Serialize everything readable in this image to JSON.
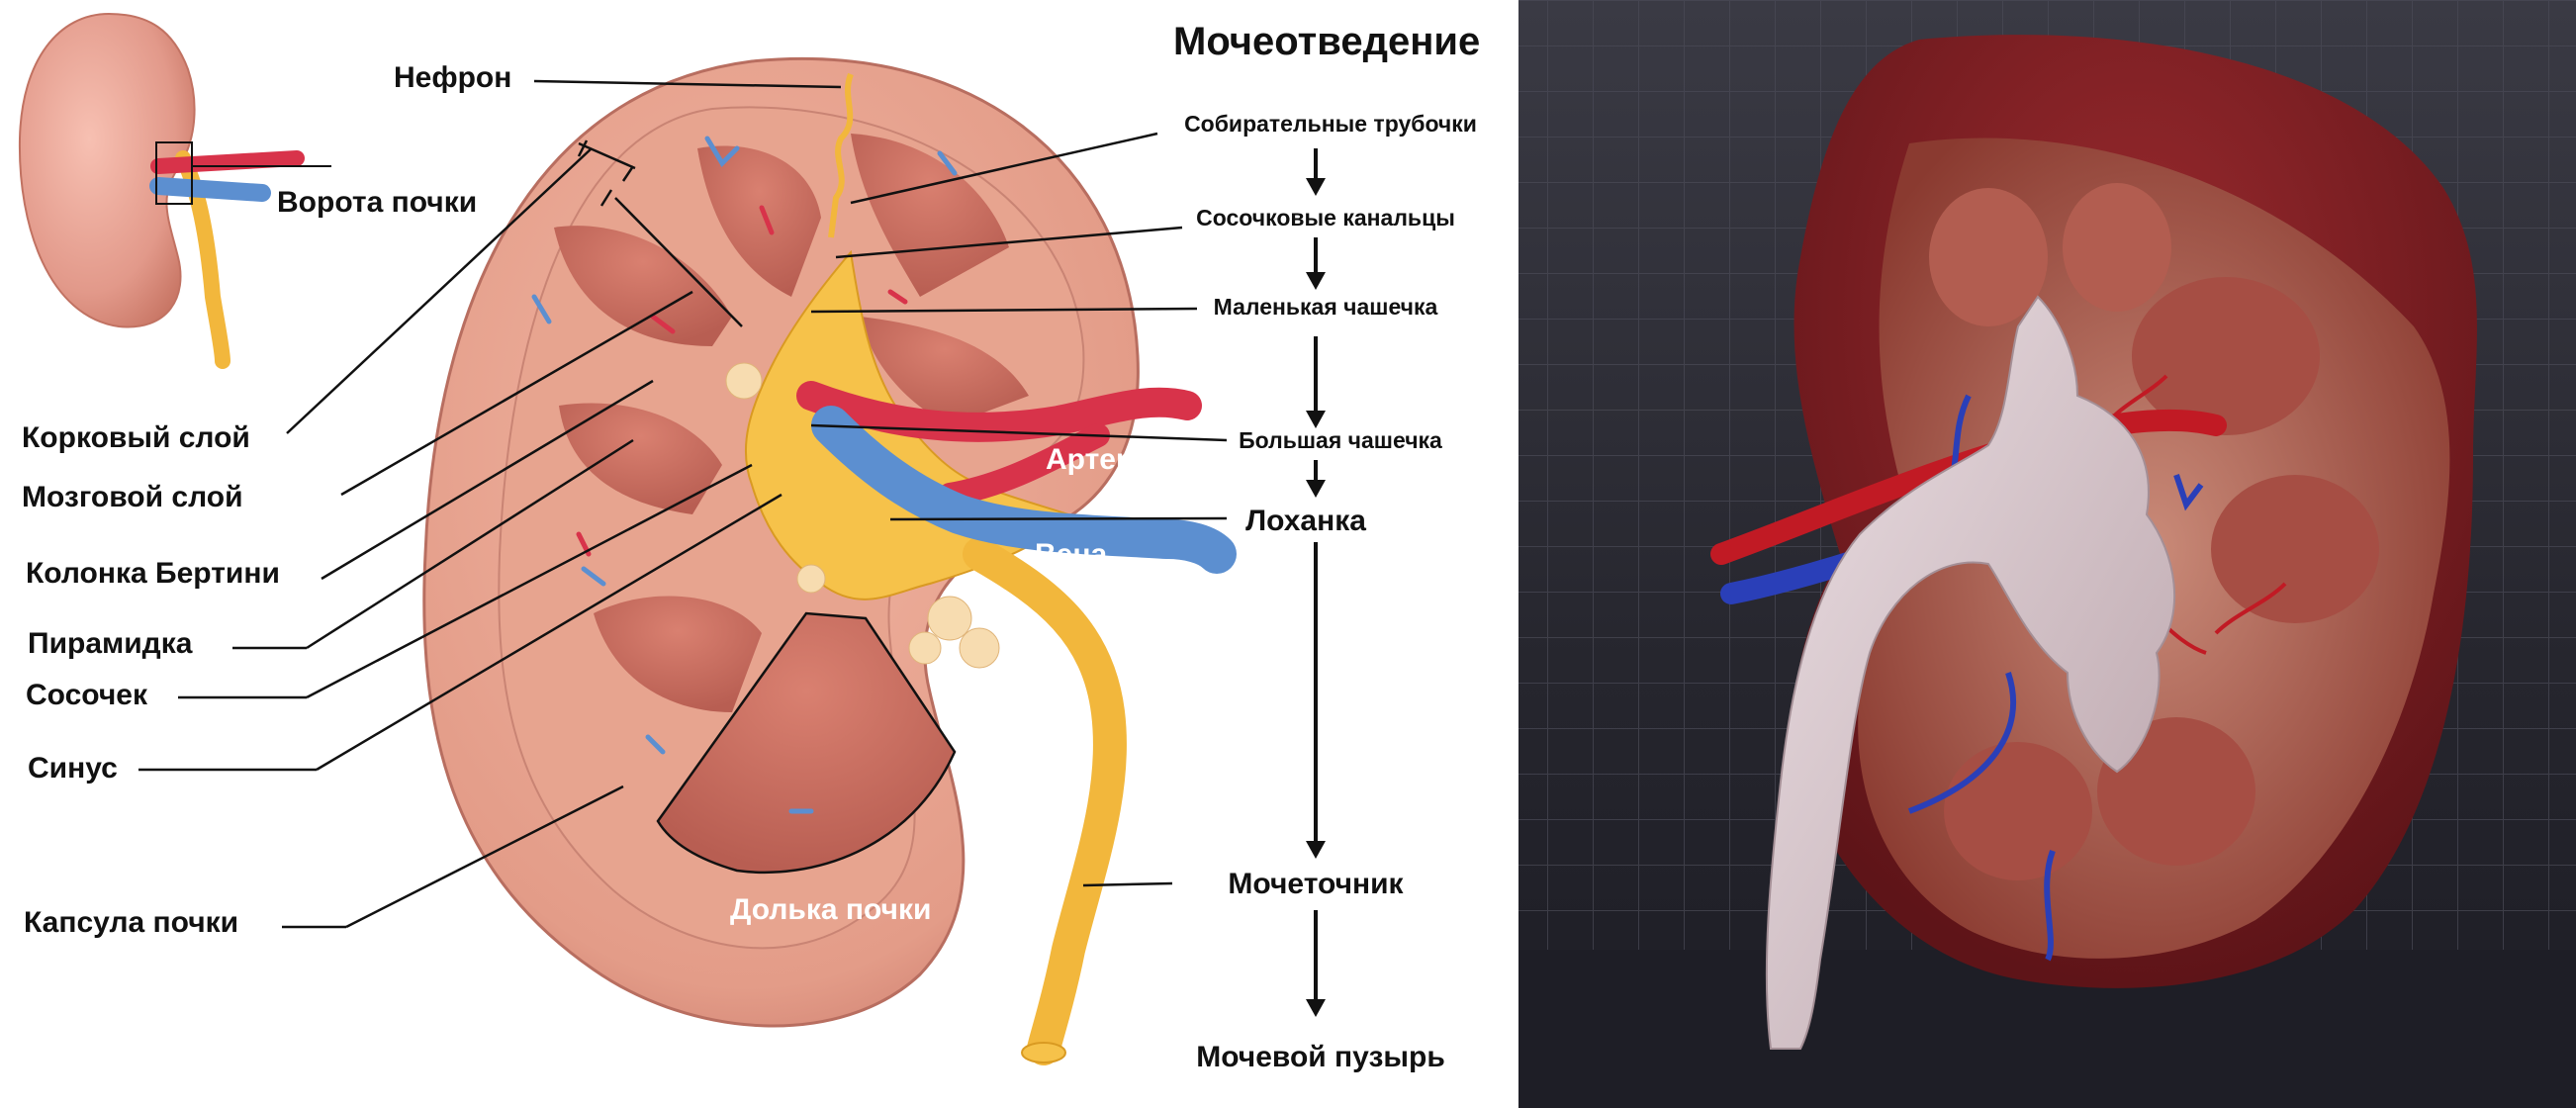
{
  "title": "Мочеотведение",
  "labels": {
    "nephron": "Нефрон",
    "hilum": "Ворота почки",
    "cortex": "Корковый слой",
    "medulla": "Мозговой слой",
    "bertin_column": "Колонка Бертини",
    "pyramid": "Пирамидка",
    "papilla": "Сосочек",
    "sinus": "Синус",
    "capsule": "Капсула почки",
    "lobe": "Долька почки",
    "artery": "Артерия",
    "vein": "Вена"
  },
  "flow": {
    "collecting_tubules": "Собирательные трубочки",
    "papillary_ducts": "Сосочковые канальцы",
    "minor_calyx": "Маленькая чашечка",
    "major_calyx": "Большая чашечка",
    "pelvis": "Лоханка",
    "ureter": "Мочеточник",
    "bladder": "Мочевой пузырь"
  },
  "colors": {
    "kidney_tissue": "#e8a08e",
    "capsule": "#d9877a",
    "pelvis_yellow": "#f6c24a",
    "artery_red": "#d8334a",
    "vein_blue": "#5c8fd0",
    "render_bg": "#2a2a34",
    "render_kidney": "#7a1e22",
    "render_pelvis": "#d8c8cc"
  }
}
